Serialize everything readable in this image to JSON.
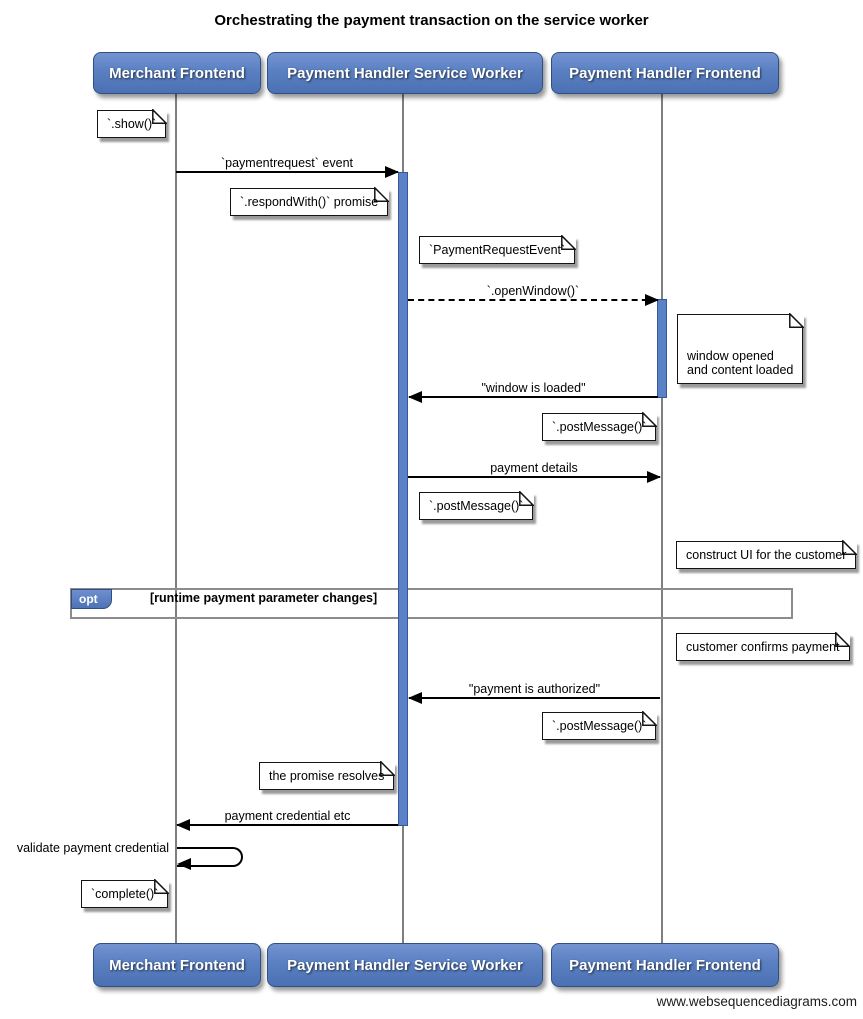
{
  "title": "Orchestrating the payment transaction on the service worker",
  "footer": "www.websequencediagrams.com",
  "colors": {
    "actor_fill": "#5a80c2",
    "actor_border": "#2f4f83",
    "activation_fill": "#5b82c6",
    "fragment_border": "#8c8c8c",
    "note_fill": "#ffffff",
    "line": "#000000"
  },
  "actors": [
    {
      "label": "Merchant Frontend"
    },
    {
      "label": "Payment Handler Service Worker"
    },
    {
      "label": "Payment Handler Frontend"
    }
  ],
  "messages": [
    {
      "label": "`paymentrequest` event",
      "from": "Merchant Frontend",
      "to": "Payment Handler Service Worker",
      "style": "solid"
    },
    {
      "label": "`.openWindow()`",
      "from": "Payment Handler Service Worker",
      "to": "Payment Handler Frontend",
      "style": "dashed"
    },
    {
      "label": "\"window is loaded\"",
      "from": "Payment Handler Frontend",
      "to": "Payment Handler Service Worker",
      "style": "solid"
    },
    {
      "label": "payment details",
      "from": "Payment Handler Service Worker",
      "to": "Payment Handler Frontend",
      "style": "solid"
    },
    {
      "label": "\"payment is authorized\"",
      "from": "Payment Handler Frontend",
      "to": "Payment Handler Service Worker",
      "style": "solid"
    },
    {
      "label": "payment credential etc",
      "from": "Payment Handler Service Worker",
      "to": "Merchant Frontend",
      "style": "solid"
    },
    {
      "label": "validate payment credential",
      "from": "Merchant Frontend",
      "to": "Merchant Frontend",
      "style": "self"
    }
  ],
  "notes": [
    {
      "text": "`.show()`"
    },
    {
      "text": "`.respondWith()` promise"
    },
    {
      "text": "`PaymentRequestEvent`"
    },
    {
      "text": "window opened\nand content loaded"
    },
    {
      "text": "`.postMessage()`"
    },
    {
      "text": "`.postMessage()`"
    },
    {
      "text": "construct UI for the customer"
    },
    {
      "text": "customer confirms payment"
    },
    {
      "text": "`.postMessage()`"
    },
    {
      "text": "the promise resolves"
    },
    {
      "text": "`complete()`"
    }
  ],
  "fragment": {
    "operator": "opt",
    "condition": "[runtime payment parameter changes]"
  }
}
